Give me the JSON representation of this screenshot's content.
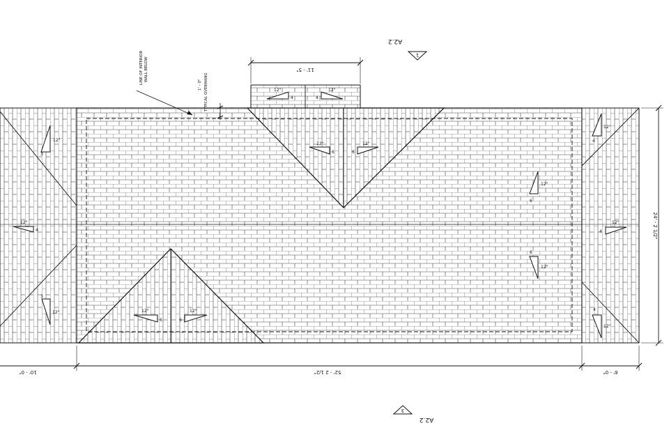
{
  "drawing": {
    "section_marker_top": {
      "number": "1",
      "sheet": "A2.2"
    },
    "section_marker_bottom": {
      "number": "3",
      "sheet": "A2.2"
    },
    "dimensions": {
      "top_bump_width": "11' - 5\"",
      "overall_length": "52' - 2 1/2\"",
      "left_overhang": "10' - 0\"",
      "right_overhang": "6' - 0\"",
      "overall_depth": "24' - 2 1/2\""
    },
    "notes": {
      "interior_wall_line": [
        "LINE OF INTERIOR",
        "WALL BELOW"
      ],
      "overhang_dim": "1' - 0\"",
      "overhang_label": "TYPICAL OVERHANG"
    },
    "pitch": {
      "rise_6": "6",
      "rise_4": "4",
      "rise_3": "3",
      "run": "12\""
    }
  }
}
